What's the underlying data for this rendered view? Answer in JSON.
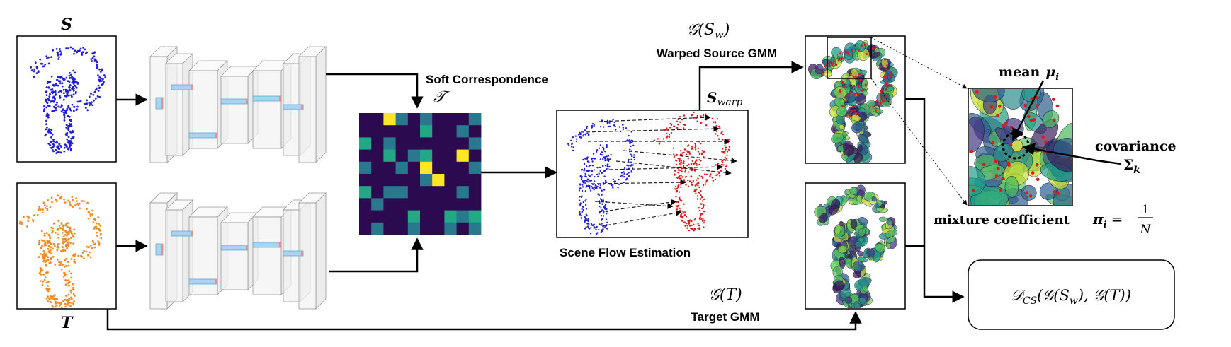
{
  "labels": {
    "source": "S",
    "target": "T",
    "soft_corr_title": "Soft Correspondence",
    "soft_corr_symbol": "𝒯",
    "warped_symbol": "𝒢(S",
    "warped_symbol_sub": "w",
    "warped_title": "Warped Source GMM",
    "s_warp": "S",
    "s_warp_sub": "warp",
    "scene_flow": "Scene Flow Estimation",
    "target_symbol": "𝒢(T)",
    "target_title": "Target GMM",
    "mean_label": "mean",
    "mean_symbol": "μ",
    "mean_sub": "i",
    "covariance_label": "covariance",
    "sigma_symbol": "Σ",
    "sigma_sub": "k",
    "mixture_label": "mixture coefficient",
    "pi_symbol": "π",
    "pi_sub": "i",
    "pi_eq": "=",
    "frac_num": "1",
    "frac_den": "N",
    "loss_prefix": "𝒟",
    "loss_sub": "CS",
    "loss_body": "(𝒢(S",
    "loss_body_sub": "w",
    "loss_body_rest": "), 𝒢(T))"
  },
  "colors": {
    "source_points": "#1f1fd6",
    "target_points": "#f28c28",
    "warp_points": "#e01818",
    "arrow": "#000000",
    "matrix_low": "#2b0a50",
    "matrix_mid1": "#2a788e",
    "matrix_mid2": "#22a884",
    "matrix_high": "#fde725",
    "layer_fill": "#f2f2f2",
    "layer_stroke": "#9a9a9a",
    "tensor_fill": "#a8d4f0"
  },
  "matrix": [
    [
      0,
      0,
      3,
      1,
      0,
      1,
      0,
      0,
      0,
      1
    ],
    [
      0,
      0,
      0,
      0,
      0,
      2,
      0,
      0,
      1,
      0
    ],
    [
      2,
      0,
      1,
      0,
      0,
      0,
      0,
      0,
      0,
      1
    ],
    [
      0,
      0,
      2,
      0,
      1,
      2,
      0,
      0,
      3,
      0
    ],
    [
      1,
      0,
      0,
      1,
      0,
      3,
      0,
      0,
      0,
      1
    ],
    [
      0,
      0,
      0,
      0,
      0,
      1,
      3,
      0,
      0,
      0
    ],
    [
      2,
      0,
      1,
      1,
      0,
      0,
      0,
      0,
      1,
      0
    ],
    [
      0,
      1,
      0,
      0,
      0,
      0,
      0,
      0,
      0,
      0
    ],
    [
      0,
      0,
      0,
      0,
      2,
      0,
      0,
      2,
      1,
      2
    ],
    [
      0,
      1,
      0,
      0,
      1,
      0,
      0,
      1,
      0,
      1
    ]
  ]
}
